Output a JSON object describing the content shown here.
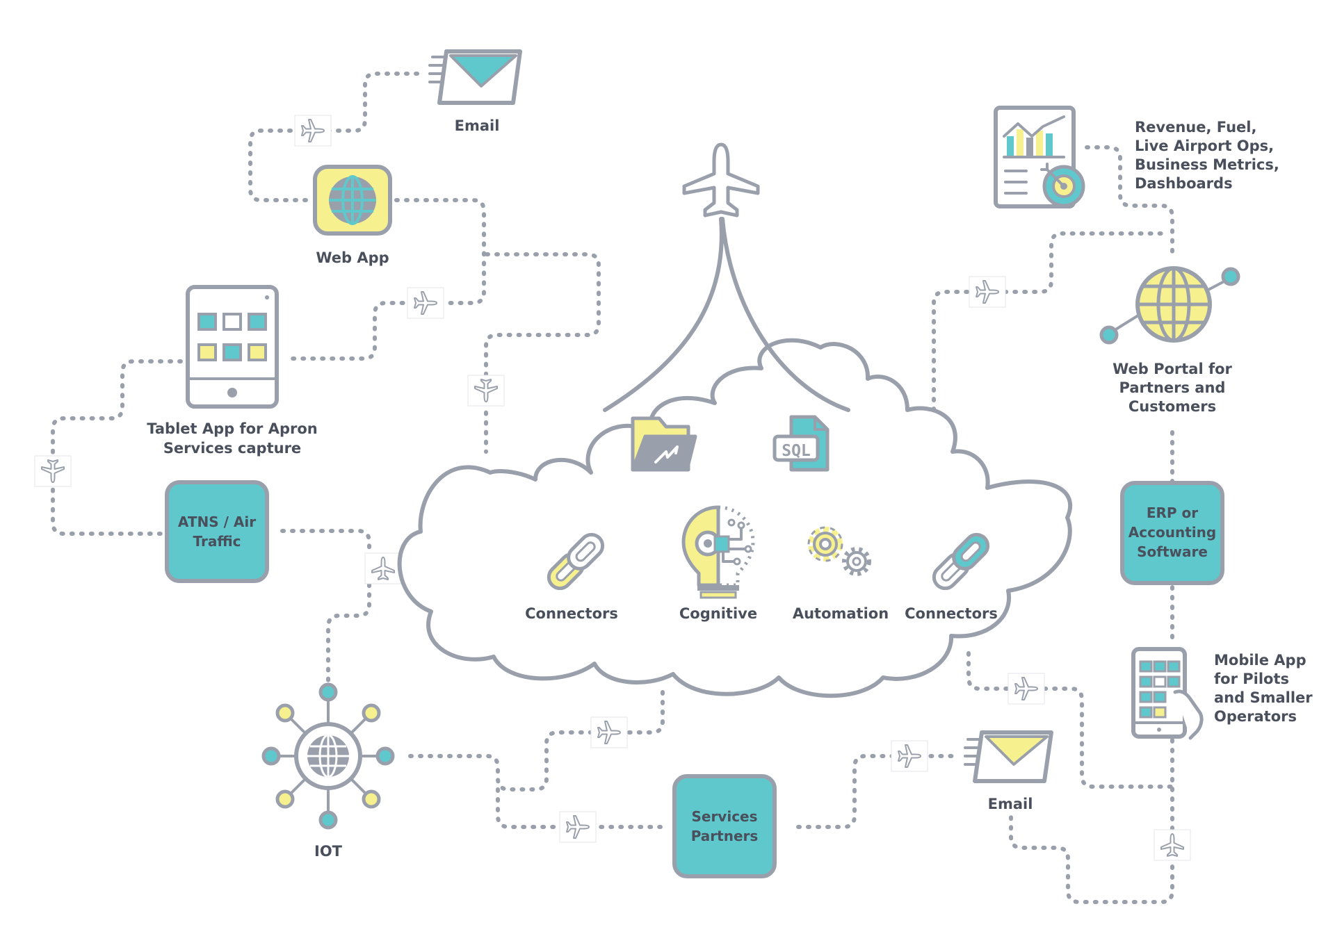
{
  "colors": {
    "gray": "#9aa0ab",
    "teal": "#5ec8cc",
    "yellow": "#f7f08f",
    "text": "#4a4f5c"
  },
  "nodes": {
    "email_top": "Email",
    "web_app": "Web App",
    "tablet_line1": "Tablet App for Apron",
    "tablet_line2": "Services capture",
    "atns_line1": "ATNS / Air",
    "atns_line2": "Traffic",
    "iot": "IOT",
    "services_line1": "Services",
    "services_line2": "Partners",
    "email_bottom": "Email",
    "revenue_line1": "Revenue, Fuel,",
    "revenue_line2": "Live Airport Ops,",
    "revenue_line3": "Business Metrics,",
    "revenue_line4": "Dashboards",
    "portal_line1": "Web Portal for",
    "portal_line2": "Partners and",
    "portal_line3": "Customers",
    "erp_line1": "ERP or",
    "erp_line2": "Accounting",
    "erp_line3": "Software",
    "mobile_line1": "Mobile App",
    "mobile_line2": "for Pilots",
    "mobile_line3": "and Smaller",
    "mobile_line4": "Operators"
  },
  "cloud": {
    "connectors_left": "Connectors",
    "cognitive": "Cognitive",
    "automation": "Automation",
    "connectors_right": "Connectors",
    "sql_text": "SQL"
  },
  "icons": [
    "envelope-icon",
    "globe-icon",
    "tablet-icon",
    "airplane-icon",
    "cloud-icon",
    "folder-icon",
    "sql-file-icon",
    "chain-link-icon",
    "lightbulb-icon",
    "gears-icon",
    "iot-hub-icon",
    "dashboard-icon",
    "target-icon",
    "phone-icon"
  ]
}
